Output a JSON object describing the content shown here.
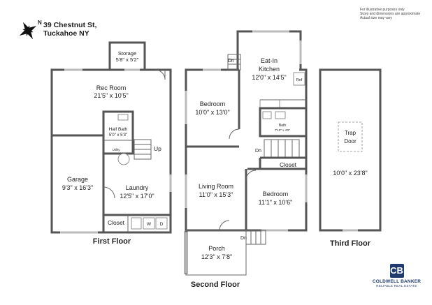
{
  "address": {
    "line1": "39 Chestnut St,",
    "line2": "Tuckahoe NY"
  },
  "compass": {
    "label": "N",
    "icon": "compass-rose-icon"
  },
  "disclaimer": {
    "line1": "For illustrative purposes only",
    "line2": "Sizes and dimensions are approximate",
    "line3": "Actual size may vary"
  },
  "floors": {
    "first": "First Floor",
    "second": "Second Floor",
    "third": "Third Floor"
  },
  "first_floor": {
    "storage": {
      "name": "Storage",
      "dims": "5'8\" x 5'2\""
    },
    "rec_room": {
      "name": "Rec Room",
      "dims": "21'5\" x 10'5\""
    },
    "half_bath": {
      "name": "Half Bath",
      "dims": "5'0\" x 5'3\""
    },
    "utility": "Utility",
    "up": "Up",
    "garage": {
      "name": "Garage",
      "dims": "9'3\" x 16'3\""
    },
    "laundry": {
      "name": "Laundry",
      "dims": "12'5\" x 17'0\""
    },
    "closet": "Closet",
    "washer": "W",
    "dryer": "D"
  },
  "second_floor": {
    "eat_in_kitchen": {
      "name1": "Eat-In",
      "name2": "Kitchen",
      "dims": "12'0\" x 14'5\""
    },
    "dn_top": "Dn",
    "ref": "Ref",
    "bedroom_a": {
      "name": "Bedroom",
      "dims": "10'0\" x 13'0\""
    },
    "bath": {
      "name": "Bath",
      "dims": "7'10\" x 4'9\""
    },
    "dn_mid": "Dn",
    "closet": "Closet",
    "living_room": {
      "name": "Living Room",
      "dims": "11'0\" x 15'3\""
    },
    "bedroom_b": {
      "name": "Bedroom",
      "dims": "11'1\" x 10'6\""
    },
    "dn_bottom": "Dn",
    "porch": {
      "name": "Porch",
      "dims": "12'3\" x 7'8\""
    }
  },
  "third_floor": {
    "trap_door": {
      "line1": "Trap",
      "line2": "Door"
    },
    "dims": "10'0\" x 23'8\""
  },
  "brand": {
    "mark": "CB",
    "name": "COLDWELL BANKER",
    "sub": "RELIABLE REAL ESTATE",
    "color": "#1e3a6e"
  }
}
